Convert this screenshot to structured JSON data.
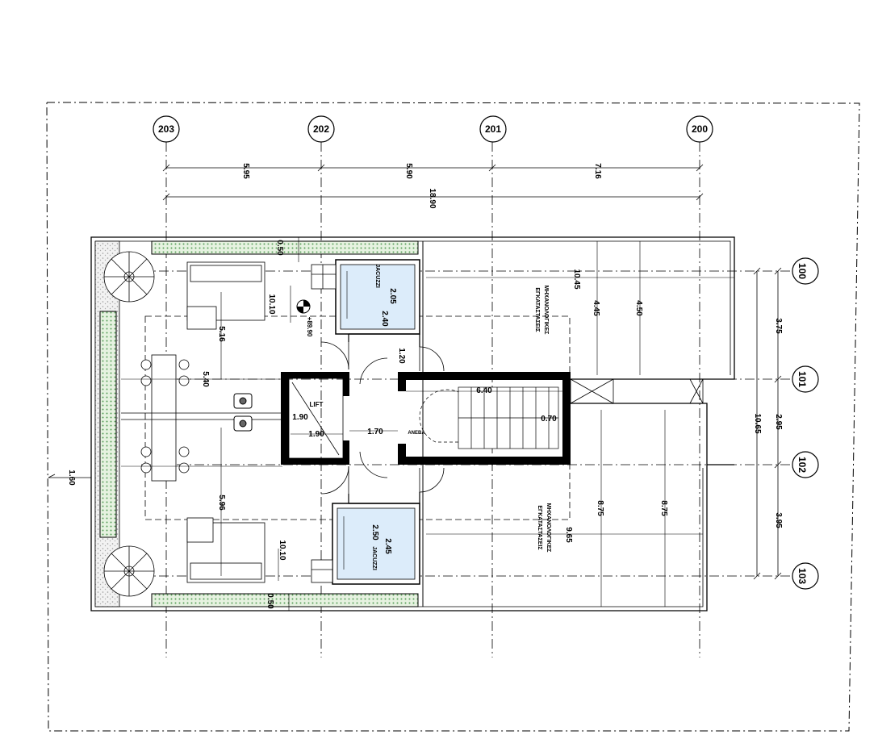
{
  "grid": {
    "columns": [
      "203",
      "202",
      "201",
      "200"
    ],
    "rows": [
      "100",
      "101",
      "102",
      "103"
    ]
  },
  "dimensions": {
    "top_segments": [
      "5.95",
      "5.90",
      "7.16"
    ],
    "top_total": "18.90",
    "right_segments": [
      "3.75",
      "2.95",
      "3.95"
    ],
    "right_total": "10.65",
    "left": "1.60",
    "dim_050_top": "0.50",
    "dim_050_bottom": "0.50",
    "dim_1010_top": "10.10",
    "dim_1010_bottom": "10.10",
    "dim_516": "5.16",
    "dim_596": "5.96",
    "dim_540": "5.40",
    "dim_120": "1.20",
    "dim_190a": "1.90",
    "dim_190b": "1.90",
    "dim_170": "1.70",
    "dim_640": "6.40",
    "dim_070": "0.70",
    "dim_1045": "10.45",
    "dim_445": "4.45",
    "dim_450": "4.50",
    "dim_965": "9.65",
    "dim_875a": "8.75",
    "dim_875b": "8.75",
    "dim_205": "2.05",
    "dim_240": "2.40",
    "dim_245": "2.45",
    "dim_250": "2.50",
    "level": "+89.90"
  },
  "labels": {
    "lift": "LIFT",
    "aneba": "ANEBA",
    "jacuzzi_top": "JACUZZI",
    "jacuzzi_bottom": "JACUZZI",
    "mech_top_1": "ΜΗΧΑΝΟΛΟΓΙΚΕΣ",
    "mech_top_2": "ΕΓΚΑΤΑΣΤΑΣΕΙΣ",
    "mech_bot_1": "ΜΗΧΑΝΟΛΟΓΙΚΕΣ",
    "mech_bot_2": "ΕΓΚΑΤΑΣΤΑΣΕΙΣ"
  },
  "colors": {
    "line": "#000000",
    "pool": "#dcecfa",
    "hatch_green": "#5aa05a",
    "hatch_bg": "#e6f2e0"
  }
}
